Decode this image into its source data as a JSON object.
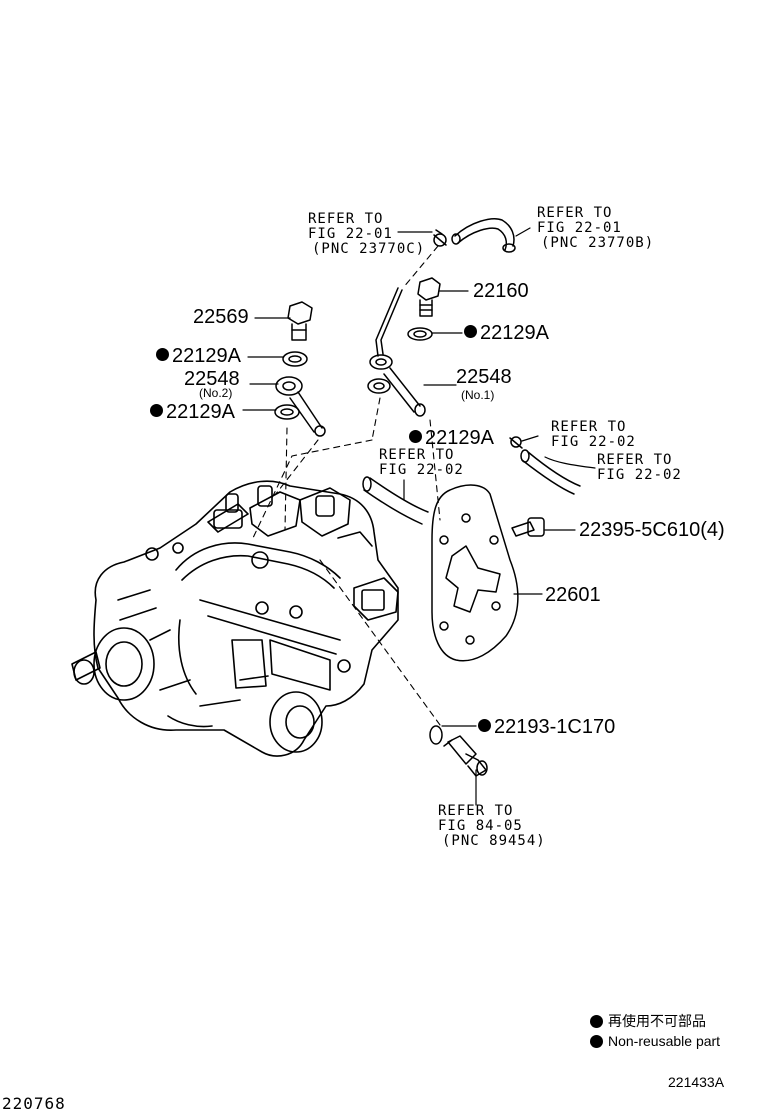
{
  "parts": {
    "p22569": "22569",
    "p22129a_left_top": "22129A",
    "p22548_left": "22548",
    "p22548_left_sub": "(No.2)",
    "p22129a_left_bottom": "22129A",
    "p22160": "22160",
    "p22129a_right": "22129A",
    "p22548_right": "22548",
    "p22548_right_sub": "(No.1)",
    "p22129a_center": "22129A",
    "p22395": "22395-5C610(4)",
    "p22601": "22601",
    "p22193": "22193-1C170"
  },
  "refs": {
    "ref_left_top": [
      "REFER TO",
      "FIG 22-01",
      "(PNC 23770C)"
    ],
    "ref_right_top": [
      "REFER TO",
      "FIG 22-01",
      "(PNC 23770B)"
    ],
    "ref_mid_right": [
      "REFER TO",
      "FIG 22-02"
    ],
    "ref_far_right": [
      "REFER TO",
      "FIG 22-02"
    ],
    "ref_center": [
      "REFER TO",
      "FIG 22-02"
    ],
    "ref_bottom": [
      "REFER TO",
      "FIG 84-05",
      "(PNC 89454)"
    ]
  },
  "legend": {
    "item1": "再使用不可部品",
    "item2": "Non-reusable part"
  },
  "footer": {
    "left_code": "220768",
    "right_code": "221433A"
  }
}
